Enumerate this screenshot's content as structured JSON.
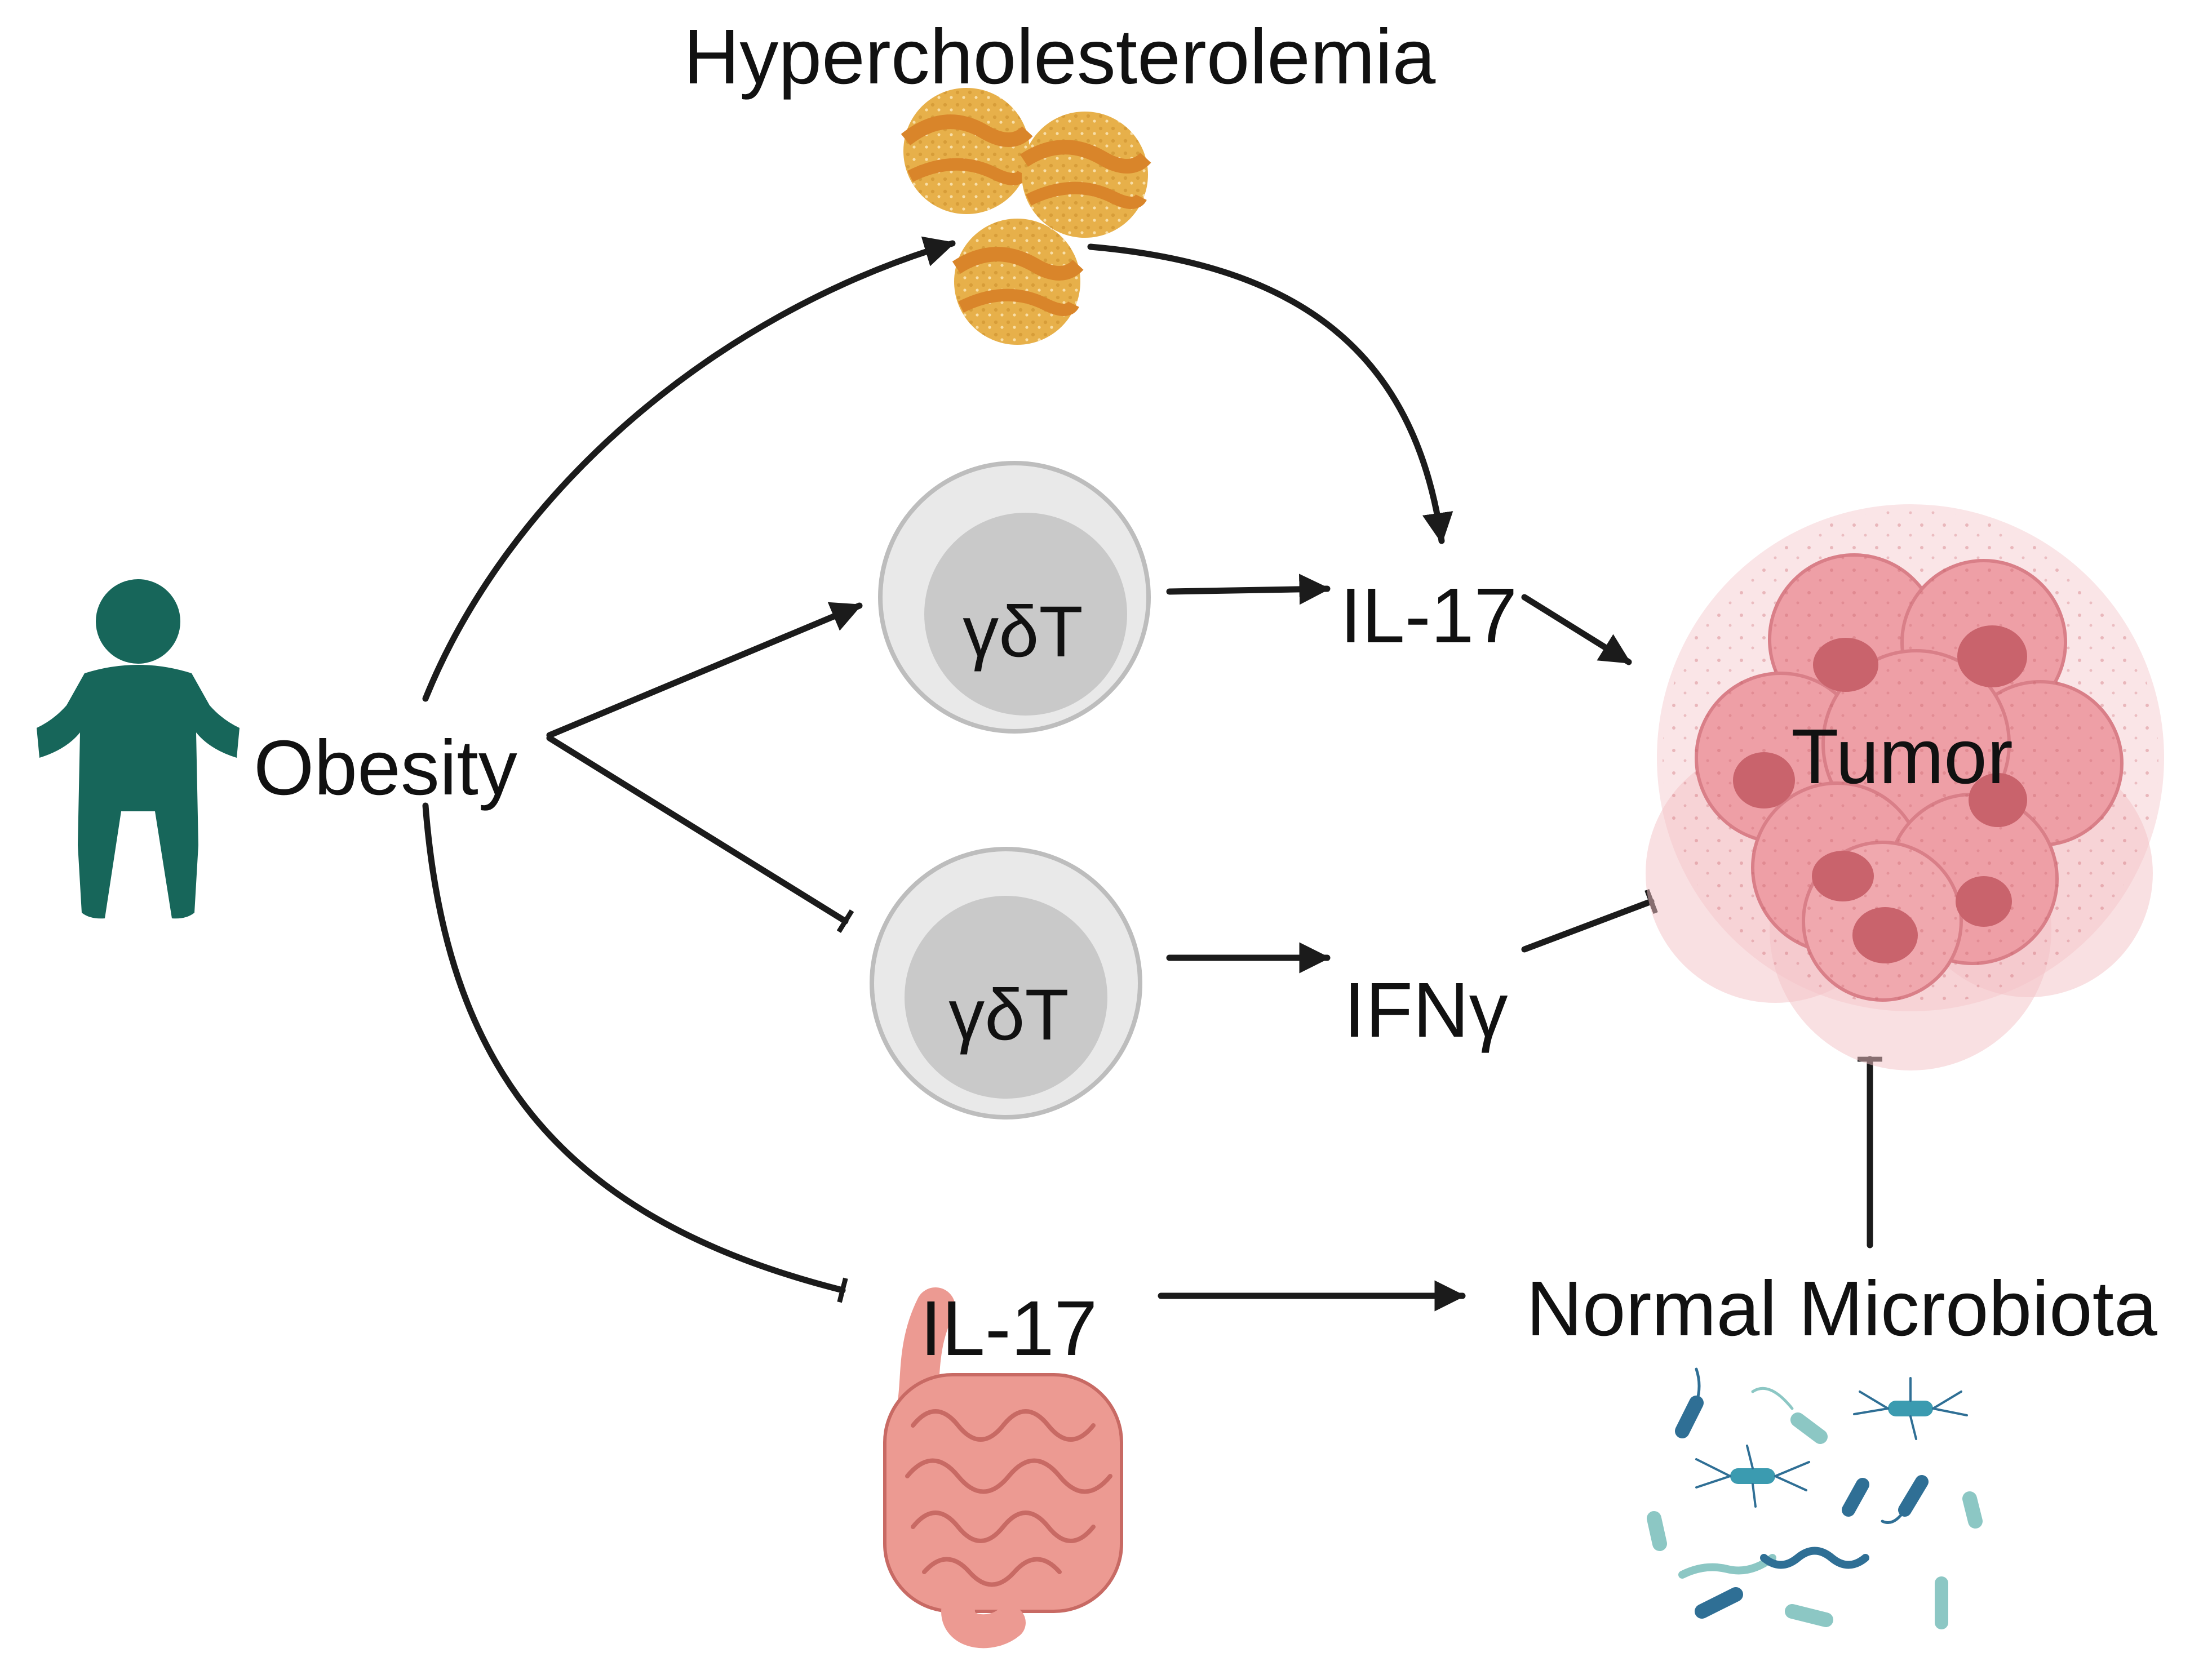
{
  "labels": {
    "hypercholesterolemia": "Hypercholesterolemia",
    "obesity": "Obesity",
    "gd_t_upper": "γδT",
    "gd_t_lower": "γδT",
    "il17_upper": "IL-17",
    "ifng": "IFNγ",
    "tumor": "Tumor",
    "il17_lower": "IL-17",
    "normal_microbiota": "Normal Microbiota"
  },
  "icons": {
    "person": "obese-person-icon",
    "lipoprotein": "cholesterol-particle-icon",
    "cell": "gamma-delta-t-cell-icon",
    "tumor": "tumor-cell-cluster-icon",
    "intestine": "intestine-icon",
    "bacteria": "bacteria-icon"
  },
  "edges": [
    {
      "from": "Obesity",
      "to": "Hypercholesterolemia",
      "type": "activation"
    },
    {
      "from": "Hypercholesterolemia",
      "to": "IL-17",
      "type": "activation"
    },
    {
      "from": "Obesity",
      "to": "γδT (upper)",
      "type": "activation"
    },
    {
      "from": "γδT (upper)",
      "to": "IL-17",
      "type": "activation"
    },
    {
      "from": "IL-17",
      "to": "Tumor",
      "type": "activation"
    },
    {
      "from": "Obesity",
      "to": "γδT (lower)",
      "type": "inhibition"
    },
    {
      "from": "γδT (lower)",
      "to": "IFNγ",
      "type": "activation"
    },
    {
      "from": "IFNγ",
      "to": "Tumor",
      "type": "inhibition"
    },
    {
      "from": "Obesity",
      "to": "IL-17 (intestine)",
      "type": "inhibition"
    },
    {
      "from": "IL-17 (intestine)",
      "to": "Normal Microbiota",
      "type": "activation"
    },
    {
      "from": "Normal Microbiota",
      "to": "Tumor",
      "type": "inhibition"
    }
  ],
  "colors": {
    "person": "#17665a",
    "lipoprotein": "#e7b04a",
    "lipoprotein_band": "#d9852a",
    "cell_outer": "#e6e6e6",
    "cell_inner": "#c8c8c8",
    "tumor_cell": "#ee9fa6",
    "tumor_nucleus": "#c9636c",
    "intestine": "#ec9a92",
    "bacteria_dark": "#2f6f95",
    "bacteria_light": "#8cc7c4",
    "arrow": "#1b1b1b"
  }
}
